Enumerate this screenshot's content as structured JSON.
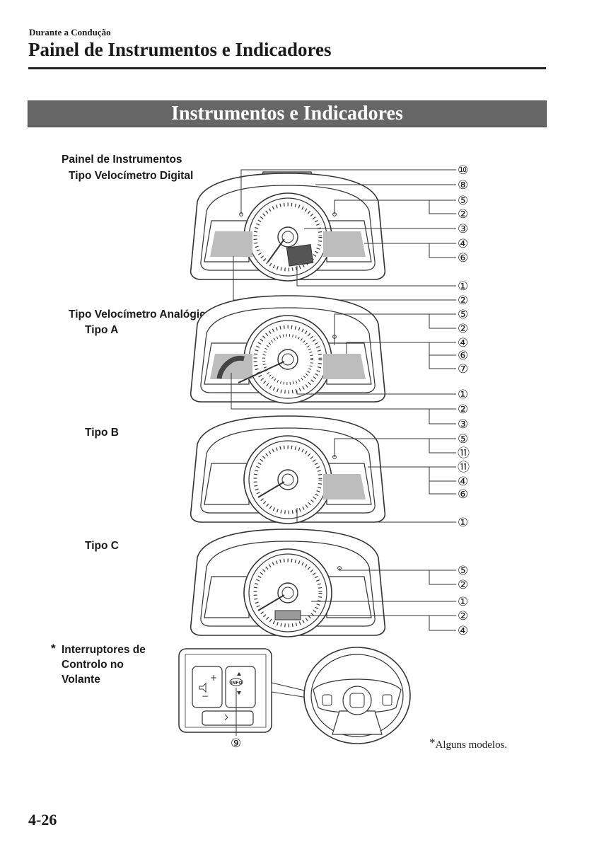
{
  "header": {
    "breadcrumb": "Durante a Condução",
    "title": "Painel de Instrumentos e Indicadores"
  },
  "section": {
    "title": "Instrumentos e Indicadores"
  },
  "labels": {
    "panel": "Painel de Instrumentos",
    "digital": "Tipo Velocímetro Digital",
    "analog": "Tipo Velocímetro Analógico",
    "type_a": "Tipo A",
    "type_b": "Tipo B",
    "type_c": "Tipo C",
    "switches_line1": "Interruptores de",
    "switches_line2": "Controlo no",
    "switches_line3": "Volante",
    "asterisk": "*"
  },
  "footnote": "Alguns modelos.",
  "page_number": "4-26",
  "switch_glyphs": {
    "plus": "+",
    "minus": "−",
    "info": "INFO"
  },
  "callouts": {
    "digital": [
      "⑩",
      "⑧",
      "⑤",
      "②",
      "③",
      "④",
      "⑥",
      "①",
      "②"
    ],
    "type_a": [
      "⑤",
      "②",
      "④",
      "⑥",
      "⑦",
      "①",
      "②",
      "③"
    ],
    "type_b": [
      "⑤",
      "⑪",
      "⑪",
      "④",
      "⑥",
      "①"
    ],
    "type_c": [
      "⑤",
      "②",
      "①",
      "②",
      "④"
    ],
    "switch": "⑨"
  }
}
